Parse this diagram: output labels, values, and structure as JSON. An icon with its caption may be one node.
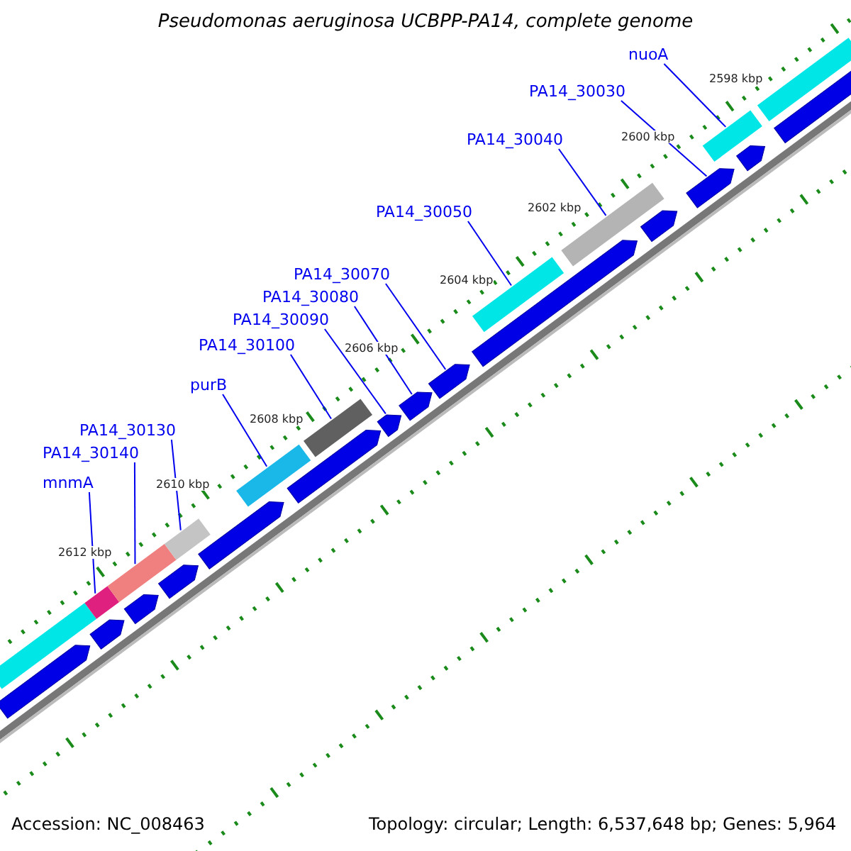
{
  "diagram": {
    "title": "Pseudomonas aeruginosa UCBPP-PA14, complete genome",
    "nodes": [
      {
        "text": [
          "nuoA"
        ]
      },
      {
        "text": [
          "PA14_30030"
        ]
      },
      {
        "text": [
          "PA14_30040"
        ]
      },
      {
        "text": [
          "PA14_30050"
        ]
      },
      {
        "text": [
          "PA14_30070"
        ]
      },
      {
        "text": [
          "PA14_30080"
        ]
      },
      {
        "text": [
          "PA14_30090"
        ]
      },
      {
        "text": [
          "PA14_30100"
        ]
      },
      {
        "text": [
          "purB"
        ]
      },
      {
        "text": [
          "PA14_30130"
        ]
      },
      {
        "text": [
          "PA14_30140"
        ]
      },
      {
        "text": [
          "mnmA"
        ]
      },
      {
        "text": [],
        "shape": "bar"
      },
      {
        "text": [],
        "shape": "bar"
      },
      {
        "text": [],
        "shape": "bar"
      },
      {
        "text": [],
        "shape": "bar"
      },
      {
        "text": [],
        "shape": "bar"
      },
      {
        "text": [],
        "shape": "bar"
      },
      {
        "text": [],
        "shape": "bar"
      },
      {
        "text": [],
        "shape": "bar"
      },
      {
        "text": [],
        "shape": "bar"
      },
      {
        "text": [],
        "shape": "bar"
      },
      {
        "text": [],
        "shape": "bar"
      },
      {
        "text": [],
        "shape": "bar"
      },
      {
        "text": [],
        "shape": "bar"
      },
      {
        "text": [],
        "shape": "bar"
      },
      {
        "text": [],
        "shape": "bar"
      },
      {
        "text": [],
        "shape": "bar"
      },
      {
        "text": [],
        "shape": "bar"
      },
      {
        "text": [],
        "shape": "bar"
      },
      {
        "text": [],
        "shape": "bar"
      },
      {
        "text": [],
        "shape": "bar"
      },
      {
        "text": [],
        "shape": "bar"
      },
      {
        "text": [],
        "shape": "bar"
      },
      {
        "text": [],
        "shape": "bar"
      },
      {
        "text": [],
        "shape": "bar"
      }
    ],
    "edges": [
      {
        "from": 0,
        "to": 20,
        "arrow": "none"
      },
      {
        "from": 1,
        "to": 33,
        "arrow": "none"
      },
      {
        "from": 2,
        "to": 19,
        "arrow": "none"
      },
      {
        "from": 3,
        "to": 18,
        "arrow": "none"
      },
      {
        "from": 4,
        "to": 30,
        "arrow": "none"
      },
      {
        "from": 5,
        "to": 29,
        "arrow": "none"
      },
      {
        "from": 6,
        "to": 28,
        "arrow": "none"
      },
      {
        "from": 7,
        "to": 17,
        "arrow": "none"
      },
      {
        "from": 8,
        "to": 16,
        "arrow": "none"
      },
      {
        "from": 9,
        "to": 15,
        "arrow": "none"
      },
      {
        "from": 10,
        "to": 14,
        "arrow": "none"
      },
      {
        "from": 11,
        "to": 13,
        "arrow": "none"
      }
    ],
    "labels": [
      "2598 kbp",
      "2600 kbp",
      "2602 kbp",
      "2604 kbp",
      "2606 kbp",
      "2608 kbp",
      "2610 kbp",
      "2612 kbp",
      "Accession: NC_008463",
      "Topology: circular; Length: 6,537,648 bp; Genes: 5,964"
    ]
  }
}
